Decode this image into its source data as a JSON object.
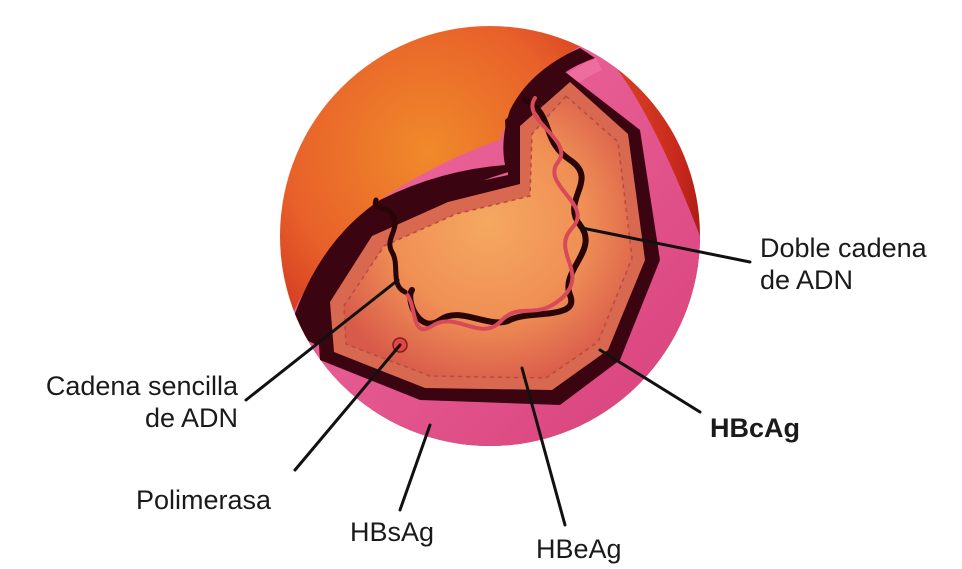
{
  "labels": {
    "doble_cadena": [
      "Doble cadena",
      "de ADN"
    ],
    "cadena_sencilla": [
      "Cadena sencilla",
      "de ADN"
    ],
    "polimerasa": "Polimerasa",
    "hbsag": "HBsAg",
    "hbeag": "HBeAg",
    "hbcag": "HBcAg"
  },
  "colors": {
    "envelope_outer": "#e0457e",
    "envelope_inner": "#f06ea0",
    "cutaway_dark": "#3a0510",
    "sphere_top": "#c8281c",
    "sphere_mid": "#e85a22",
    "sphere_orange": "#f08a2a",
    "core_outer": "#d85a4a",
    "core_inner": "#f29a60",
    "dna_dark": "#2a0508",
    "dna_light": "#d84a5a",
    "leader": "#111111"
  }
}
